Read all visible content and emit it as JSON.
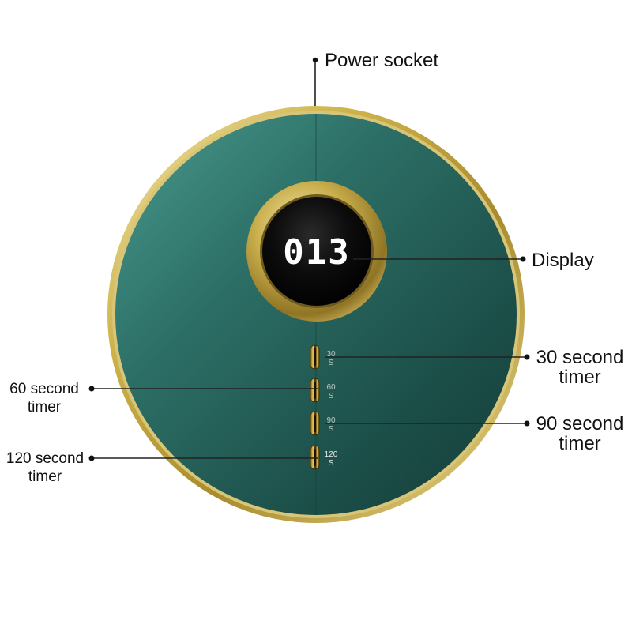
{
  "device": {
    "display_value": "013",
    "colors": {
      "body": "#1f5a52",
      "body_dark": "#163f3b",
      "body_light": "#3d8b80",
      "rim": "#c9b04a",
      "rim_light": "#efe2a0",
      "screen": "#060606",
      "digits": "#ffffff",
      "button_glow": "#e0b53a"
    },
    "buttons": [
      {
        "value": "30",
        "unit": "S"
      },
      {
        "value": "60",
        "unit": "S"
      },
      {
        "value": "90",
        "unit": "S"
      },
      {
        "value": "120",
        "unit": "S"
      }
    ]
  },
  "callouts": {
    "power_socket": "Power socket",
    "display": "Display",
    "timer_30": [
      "30 second",
      "timer"
    ],
    "timer_60": [
      "60 second",
      "timer"
    ],
    "timer_90": [
      "90 second",
      "timer"
    ],
    "timer_120": [
      "120 second",
      "timer"
    ]
  }
}
